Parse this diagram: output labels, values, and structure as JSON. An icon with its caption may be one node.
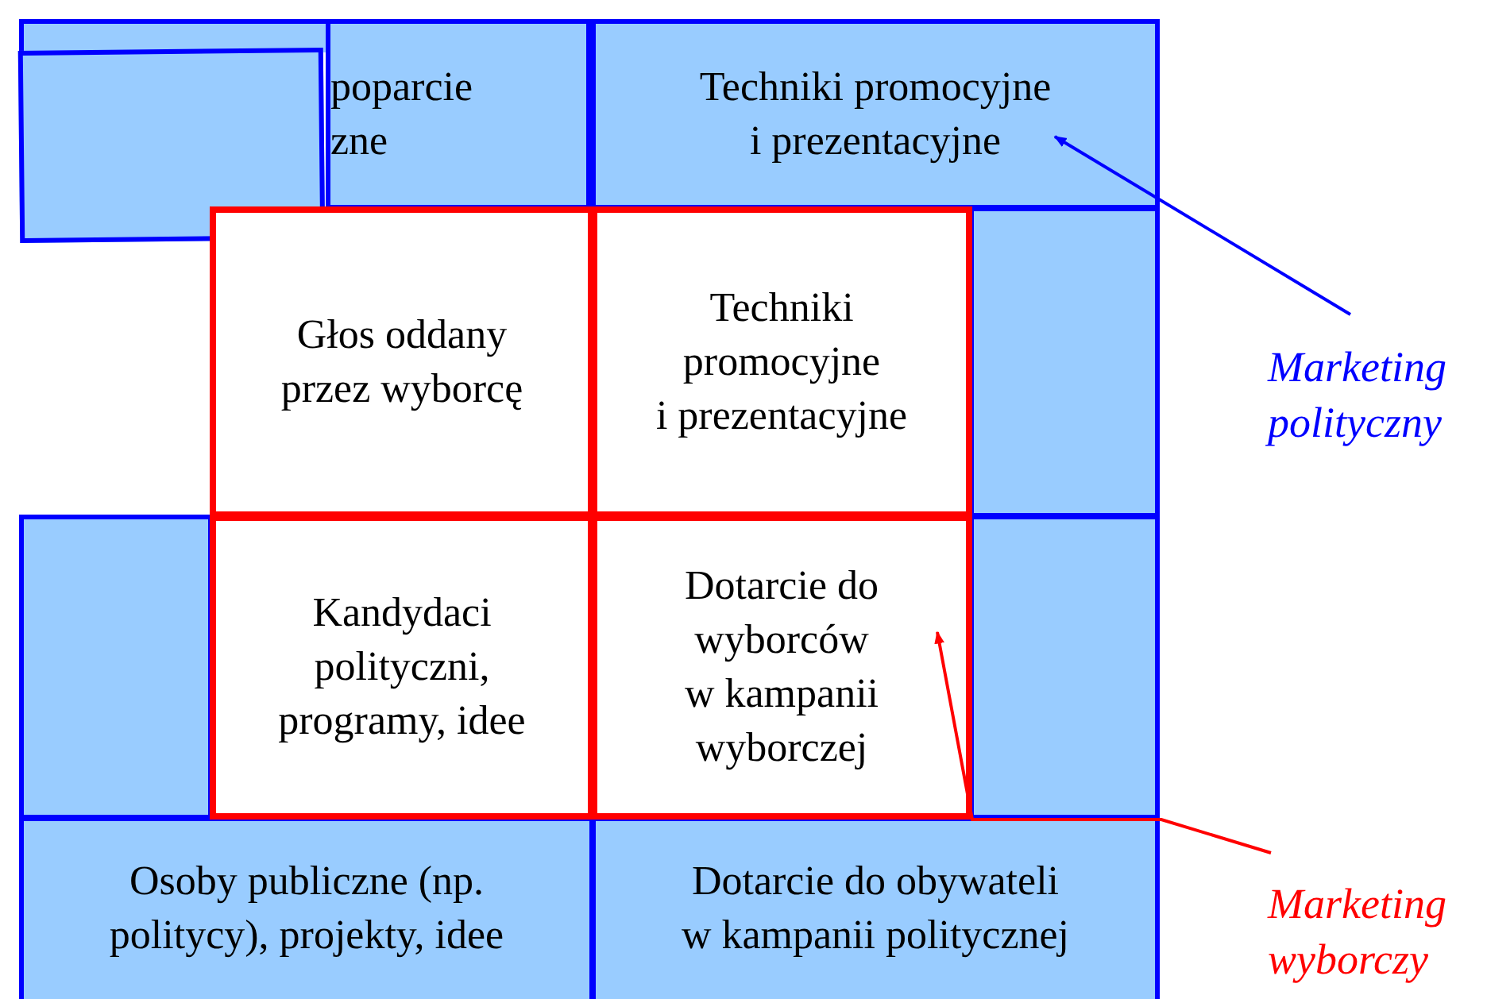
{
  "diagram": {
    "nodes": [
      {
        "text": [
          "poparcie zne"
        ]
      },
      {
        "text": [],
        "shape": "box"
      },
      {
        "text": [
          "Techniki promocyjne i prezentacyjne"
        ]
      },
      {
        "text": [
          "Głos oddany przez wyborcę"
        ]
      },
      {
        "text": [
          "Techniki promocyjne i prezentacyjne"
        ]
      },
      {
        "text": [],
        "shape": "box"
      },
      {
        "text": [
          "Marketing polityczny"
        ]
      },
      {
        "text": [],
        "shape": "box"
      },
      {
        "text": [
          "Kandydaci polityczni, programy, idee"
        ]
      },
      {
        "text": [
          "Dotarcie do wyborców w kampanii wyborczej"
        ]
      },
      {
        "text": [],
        "shape": "box"
      },
      {
        "text": [
          "Osoby publiczne (np. politycy), projekty, idee"
        ]
      },
      {
        "text": [
          "Dotarcie do obywateli w kampanii politycznej"
        ]
      },
      {
        "text": [
          "Marketing wyborczy"
        ]
      }
    ],
    "edges": [
      {
        "from": 6,
        "to": 2,
        "arrow": "to",
        "color": "#0000ff"
      },
      {
        "from": 13,
        "to": 9,
        "arrow": "to",
        "color": "#ff0000"
      }
    ]
  }
}
